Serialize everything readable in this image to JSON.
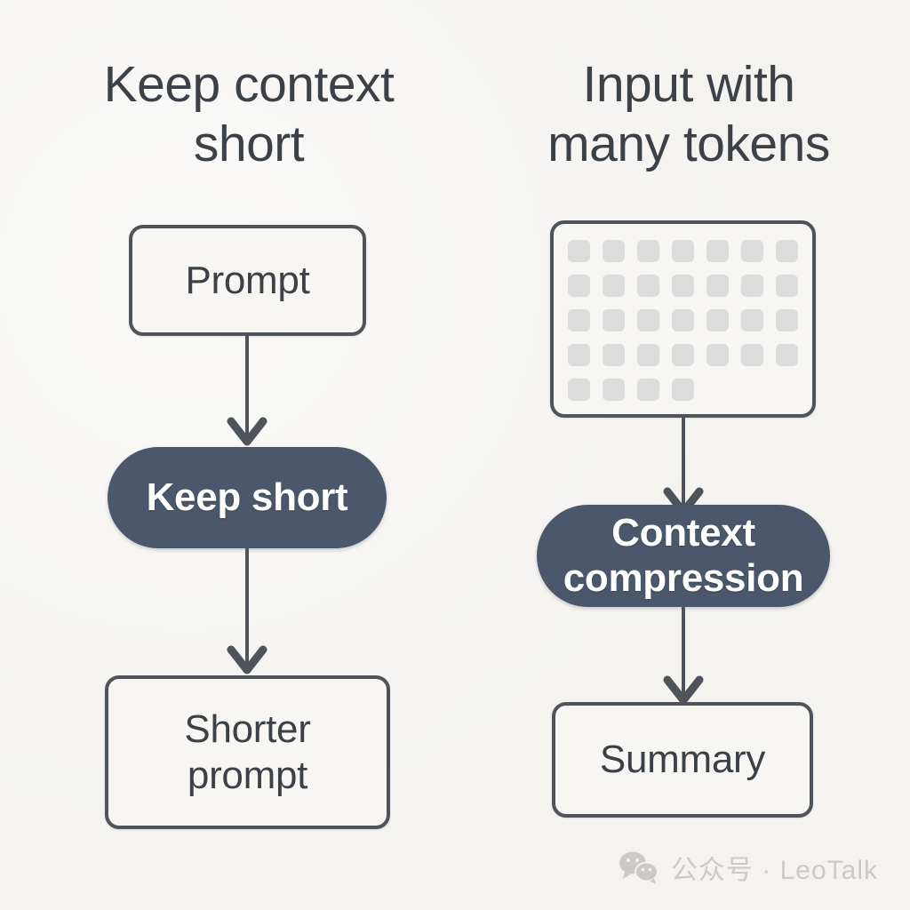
{
  "page": {
    "background_color": "#f4f3f0",
    "ink_color": "#3b4147",
    "outline_color": "#4e545a",
    "accent_color": "#4b586b",
    "token_color": "#dcdcdc"
  },
  "columns": {
    "left": {
      "title": "Keep context\nshort",
      "nodes": {
        "input": {
          "label": "Prompt",
          "type": "box"
        },
        "process": {
          "label": "Keep short",
          "type": "pill"
        },
        "output": {
          "label": "Shorter\nprompt",
          "type": "box"
        }
      }
    },
    "right": {
      "title": "Input with\nmany tokens",
      "nodes": {
        "input": {
          "label": "",
          "type": "token-grid",
          "token_count": 32,
          "grid_columns": 7,
          "grid_rows": 5,
          "last_row_count": 4
        },
        "process": {
          "label": "Context\ncompression",
          "type": "pill"
        },
        "output": {
          "label": "Summary",
          "type": "box"
        }
      }
    }
  },
  "arrows": [
    {
      "name": "arrow-prompt-to-keep-short",
      "direction": "down"
    },
    {
      "name": "arrow-keep-short-to-shorter-prompt",
      "direction": "down"
    },
    {
      "name": "arrow-tokens-to-context-compression",
      "direction": "down"
    },
    {
      "name": "arrow-context-compression-to-summary",
      "direction": "down"
    }
  ],
  "watermark": {
    "icon": "wechat-icon",
    "text": "公众号 · LeoTalk",
    "color": "#cccac6"
  }
}
